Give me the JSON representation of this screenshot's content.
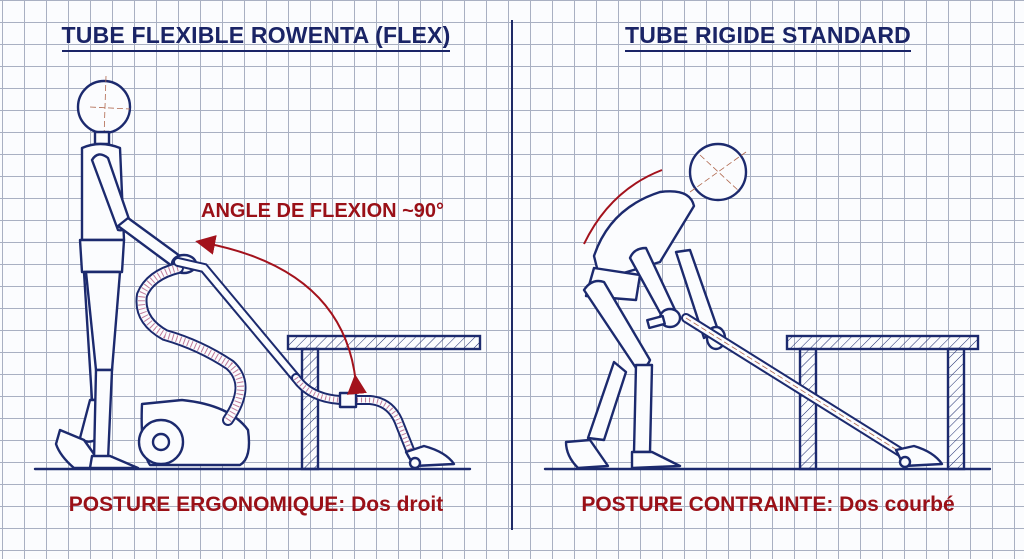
{
  "left_panel": {
    "title": "TUBE FLEXIBLE ROWENTA (FLEX)",
    "annotation": "ANGLE DE FLEXION ~90°",
    "caption": "POSTURE ERGONOMIQUE: Dos droit",
    "figure": "upright-person-using-canister-vacuum-with-flexible-tube-under-table"
  },
  "right_panel": {
    "title": "TUBE RIGIDE STANDARD",
    "caption": "POSTURE CONTRAINTE: Dos courbé",
    "figure": "bent-over-person-using-rigid-tube-vacuum-under-table"
  },
  "colors": {
    "ink_blue": "#1c2a6e",
    "title_blue": "#1a2466",
    "accent_red": "#9a1017",
    "grid": "#a9b0c2",
    "paper": "#fbfcfe"
  }
}
